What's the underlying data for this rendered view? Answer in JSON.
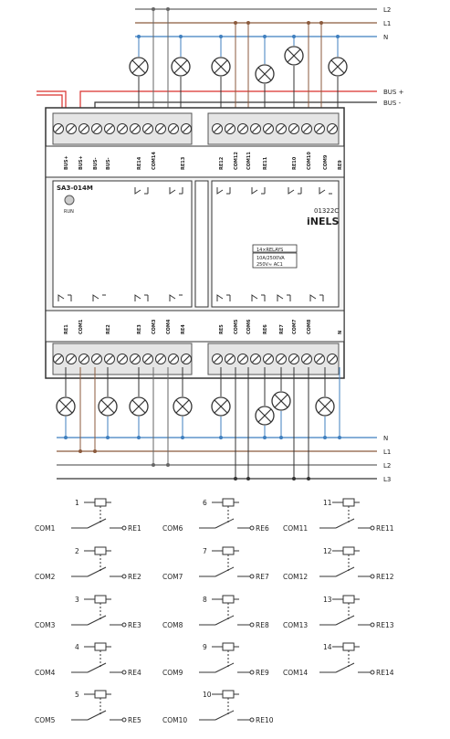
{
  "bus_lines": {
    "top": [
      {
        "label": "L2",
        "color": "#666666"
      },
      {
        "label": "L1",
        "color": "#8B5A3C"
      },
      {
        "label": "N",
        "color": "#3F7FBF"
      }
    ],
    "bus": [
      {
        "label": "BUS +",
        "color": "#D9302C"
      },
      {
        "label": "BUS -",
        "color": "#333333"
      }
    ],
    "bottom": [
      {
        "label": "N",
        "color": "#3F7FBF"
      },
      {
        "label": "L1",
        "color": "#8B5A3C"
      },
      {
        "label": "L2",
        "color": "#666666"
      },
      {
        "label": "L3",
        "color": "#333333"
      }
    ]
  },
  "device": {
    "model": "SA3-014M",
    "led_label": "RUN",
    "code": "01322C",
    "brand": "iNELS",
    "spec_box": [
      "14×RELAYS",
      "10A/2500VA",
      "250V≈ AC1"
    ],
    "top_terminals_left": [
      "BUS+",
      "BUS+",
      "BUS-",
      "BUS-",
      "RE14",
      "COM14",
      "RE13"
    ],
    "top_terminals_right": [
      "RE12",
      "COM12",
      "COM11",
      "RE11",
      "RE10",
      "COM10",
      "COM9",
      "RE9"
    ],
    "bottom_terminals_left": [
      "RE1",
      "COM1",
      "RE2",
      "RE3",
      "COM3",
      "COM4",
      "RE4"
    ],
    "bottom_terminals_right": [
      "RE5",
      "COM5",
      "COM6",
      "RE6",
      "RE7",
      "COM7",
      "COM8",
      "N"
    ]
  },
  "relays": [
    {
      "num": "1",
      "com": "COM1",
      "re": "RE1"
    },
    {
      "num": "2",
      "com": "COM2",
      "re": "RE2"
    },
    {
      "num": "3",
      "com": "COM3",
      "re": "RE3"
    },
    {
      "num": "4",
      "com": "COM4",
      "re": "RE4"
    },
    {
      "num": "5",
      "com": "COM5",
      "re": "RE5"
    },
    {
      "num": "6",
      "com": "COM6",
      "re": "RE6"
    },
    {
      "num": "7",
      "com": "COM7",
      "re": "RE7"
    },
    {
      "num": "8",
      "com": "COM8",
      "re": "RE8"
    },
    {
      "num": "9",
      "com": "COM9",
      "re": "RE9"
    },
    {
      "num": "10",
      "com": "COM10",
      "re": "RE10"
    },
    {
      "num": "11",
      "com": "COM11",
      "re": "RE11"
    },
    {
      "num": "12",
      "com": "COM12",
      "re": "RE12"
    },
    {
      "num": "13",
      "com": "COM13",
      "re": "RE13"
    },
    {
      "num": "14",
      "com": "COM14",
      "re": "RE14"
    }
  ]
}
